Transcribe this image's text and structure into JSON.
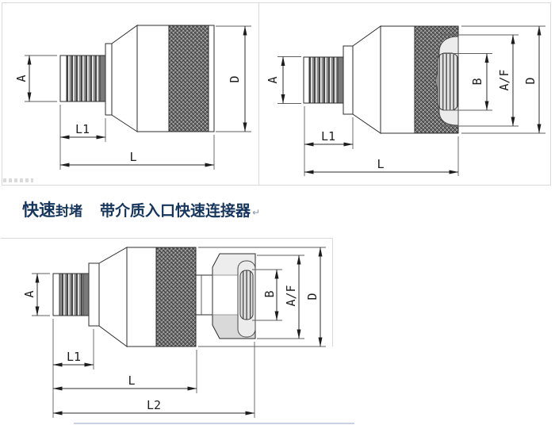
{
  "title": {
    "part1": "快速",
    "part2": "封堵",
    "part3": "带介质入口快速连接器",
    "mark": "↵"
  },
  "colors": {
    "title_text": "#17365d",
    "drawing_lines": "#2b2b2b",
    "cell_border": "#d9d9d9",
    "bottom_rule": "#c9d2e3"
  },
  "drawings": {
    "plug": {
      "labels": {
        "a": "A",
        "d": "D",
        "l1": "L1",
        "l": "L"
      }
    },
    "socket": {
      "labels": {
        "a": "A",
        "b": "B",
        "af": "A/F",
        "d": "D",
        "l1": "L1",
        "l": "L"
      }
    },
    "connector": {
      "labels": {
        "a": "A",
        "b": "B",
        "af": "A/F",
        "d": "D",
        "l1": "L1",
        "l": "L",
        "l2": "L2"
      }
    }
  }
}
